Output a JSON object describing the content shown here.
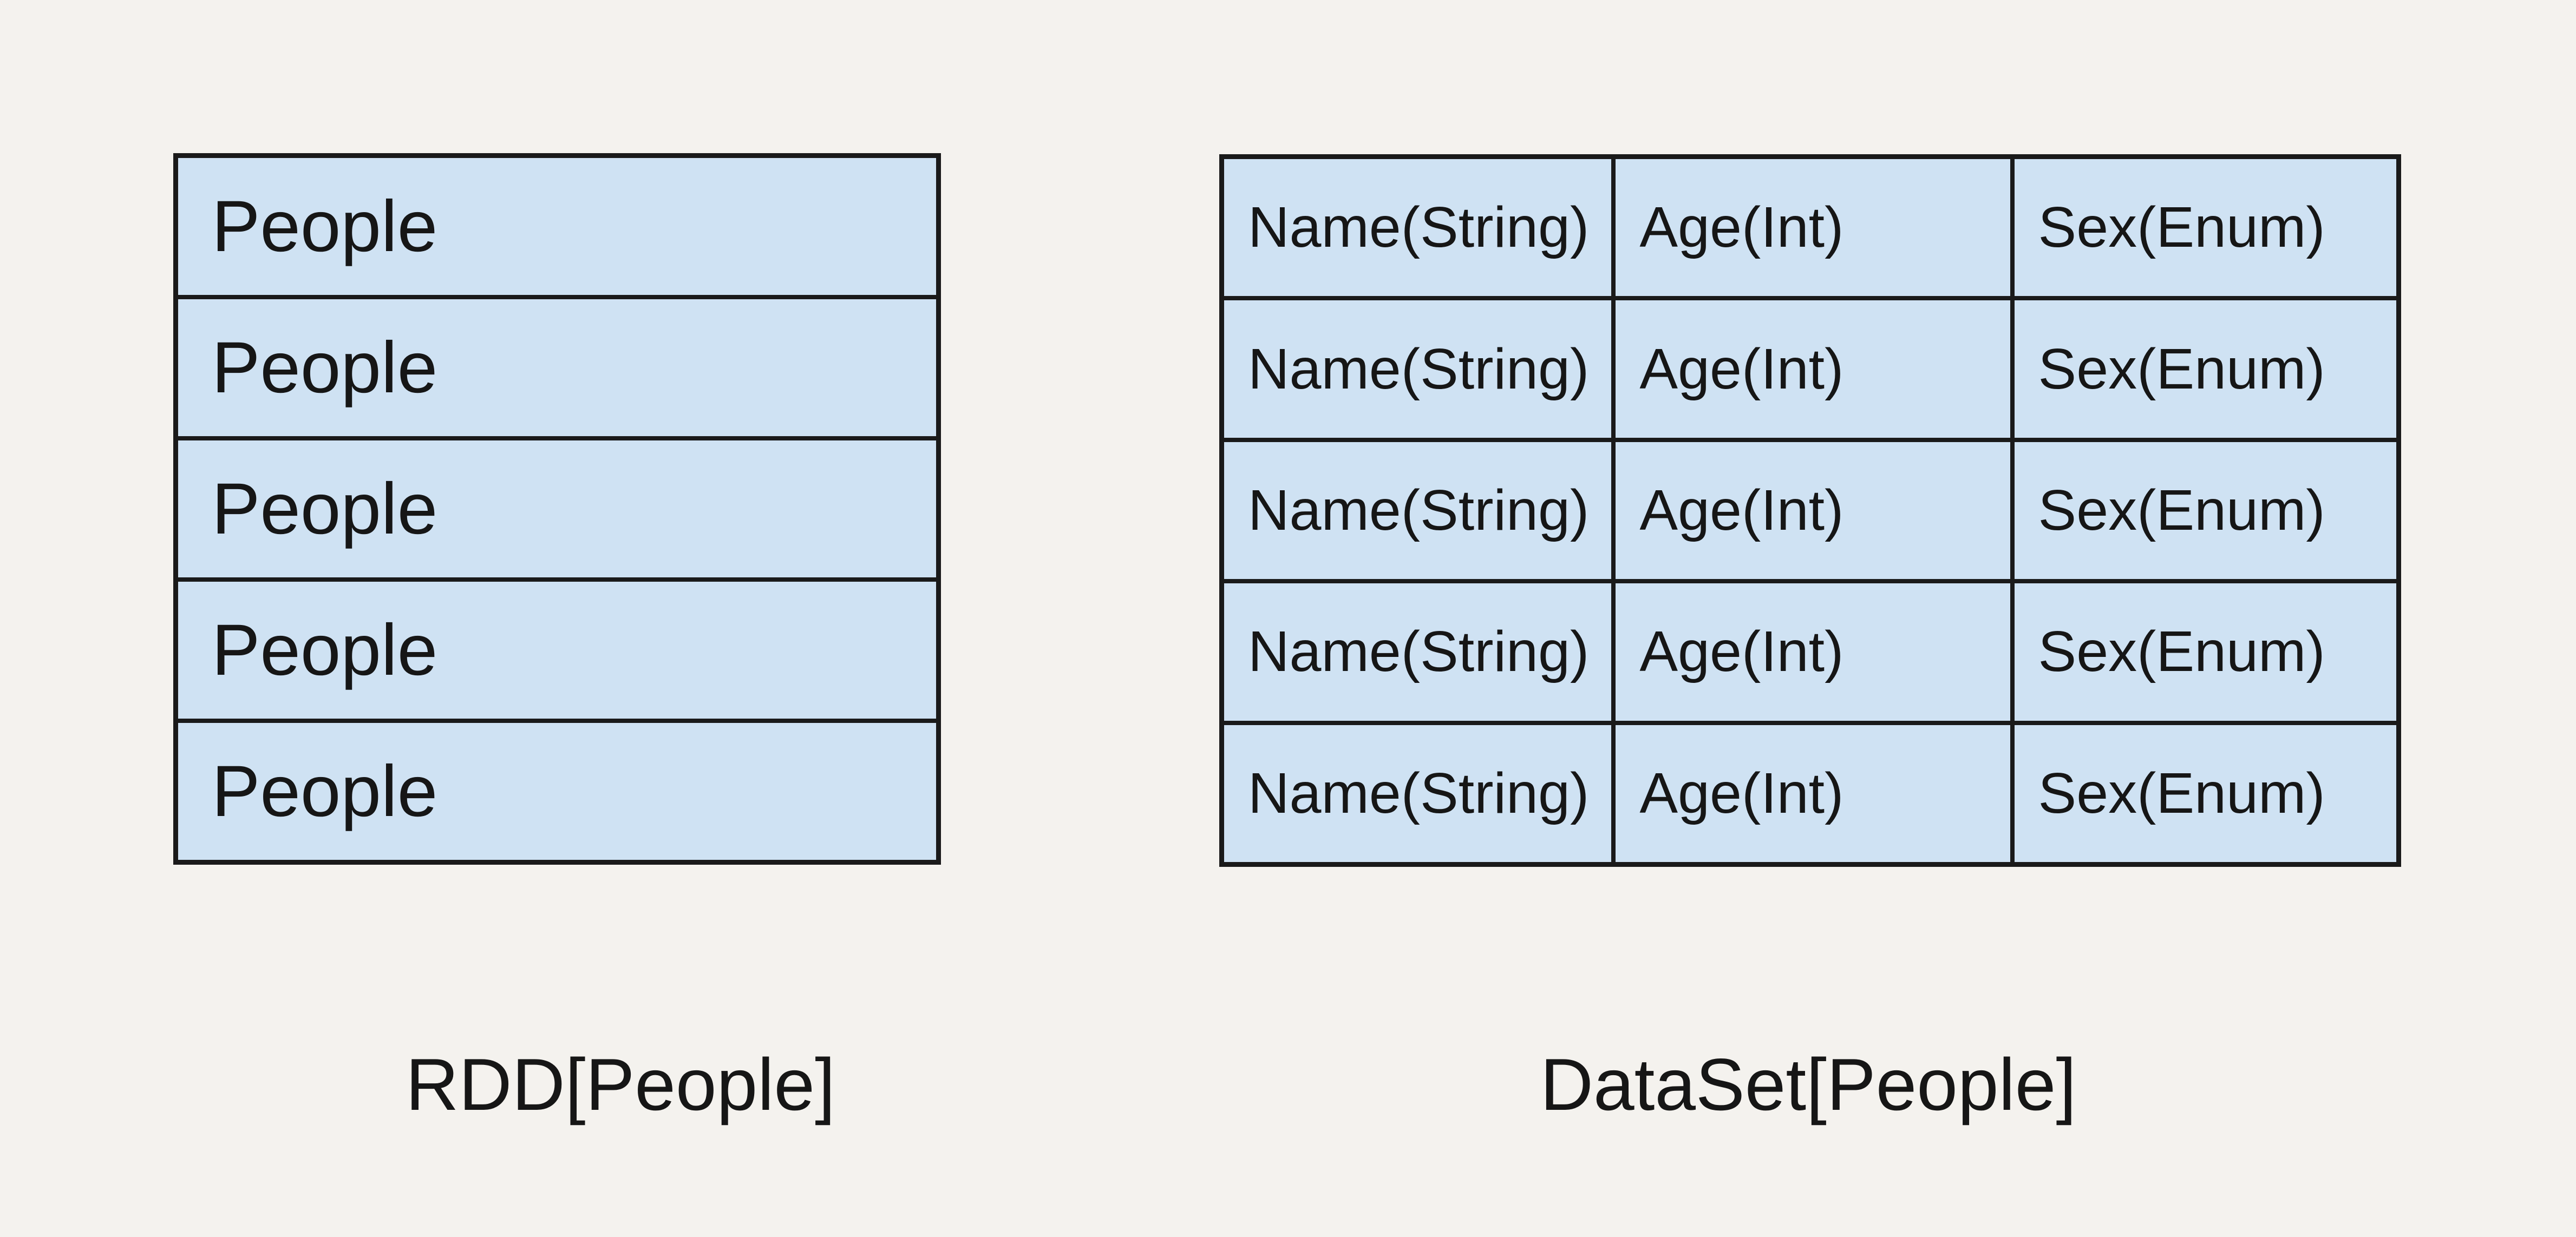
{
  "colors": {
    "background": "#f4f2ee",
    "cell_fill": "#cfe2f3",
    "border": "#1a1a1a",
    "text": "#161616"
  },
  "rdd_table": {
    "label": "RDD[People]",
    "rows": [
      "People",
      "People",
      "People",
      "People",
      "People"
    ]
  },
  "dataset_table": {
    "label": "DataSet[People]",
    "rows": [
      [
        "Name(String)",
        "Age(Int)",
        "Sex(Enum)"
      ],
      [
        "Name(String)",
        "Age(Int)",
        "Sex(Enum)"
      ],
      [
        "Name(String)",
        "Age(Int)",
        "Sex(Enum)"
      ],
      [
        "Name(String)",
        "Age(Int)",
        "Sex(Enum)"
      ],
      [
        "Name(String)",
        "Age(Int)",
        "Sex(Enum)"
      ]
    ]
  }
}
